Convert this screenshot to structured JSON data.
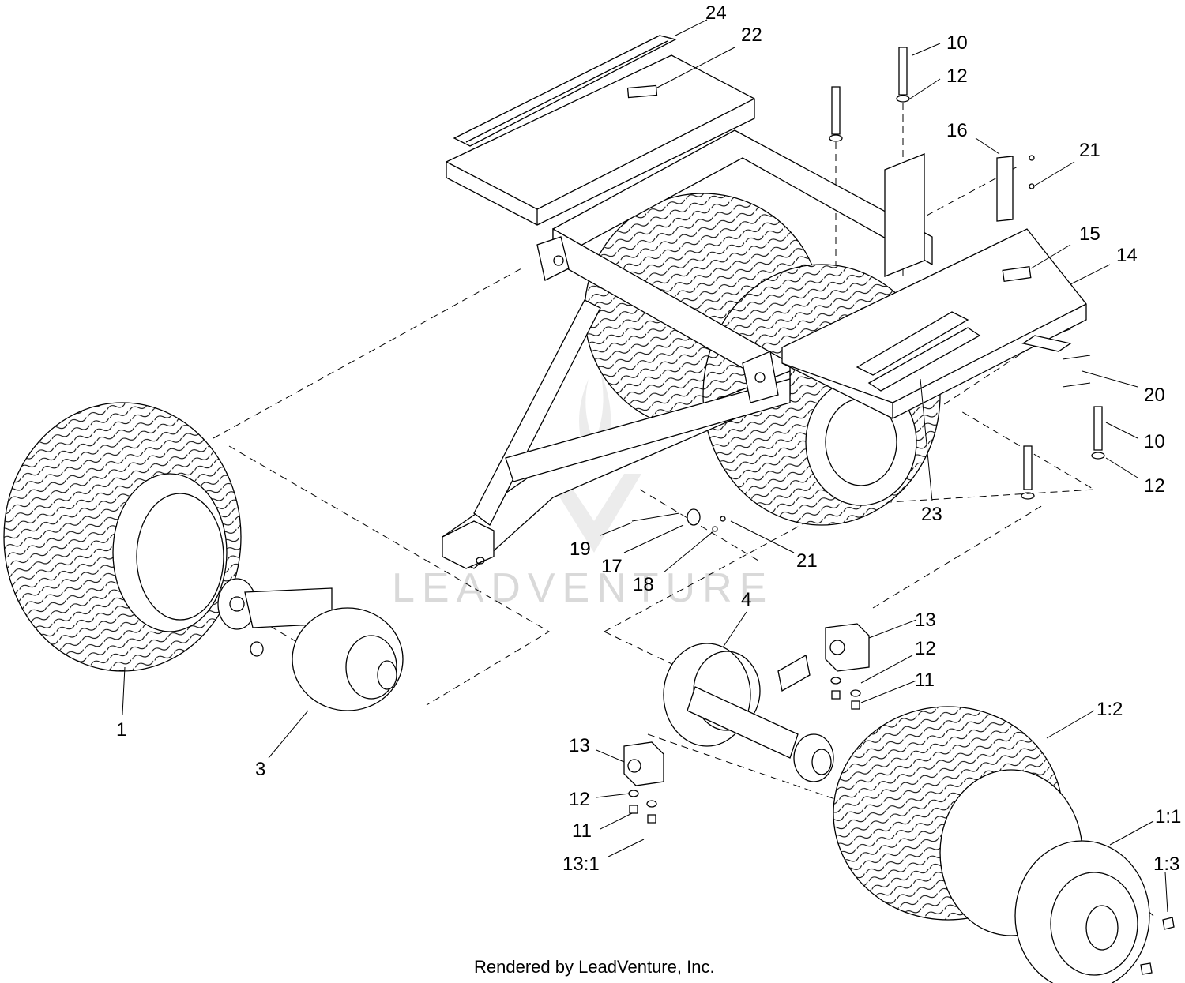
{
  "callouts": [
    "24",
    "22",
    "10",
    "12",
    "16",
    "21",
    "15",
    "14",
    "20",
    "10",
    "12",
    "23",
    "1",
    "3",
    "19",
    "17",
    "18",
    "21",
    "4",
    "13",
    "12",
    "11",
    "1:2",
    "13",
    "12",
    "11",
    "13:1",
    "1:1",
    "1:3"
  ],
  "footer": "Rendered by LeadVenture, Inc.",
  "watermark": "LEADVENTURE"
}
